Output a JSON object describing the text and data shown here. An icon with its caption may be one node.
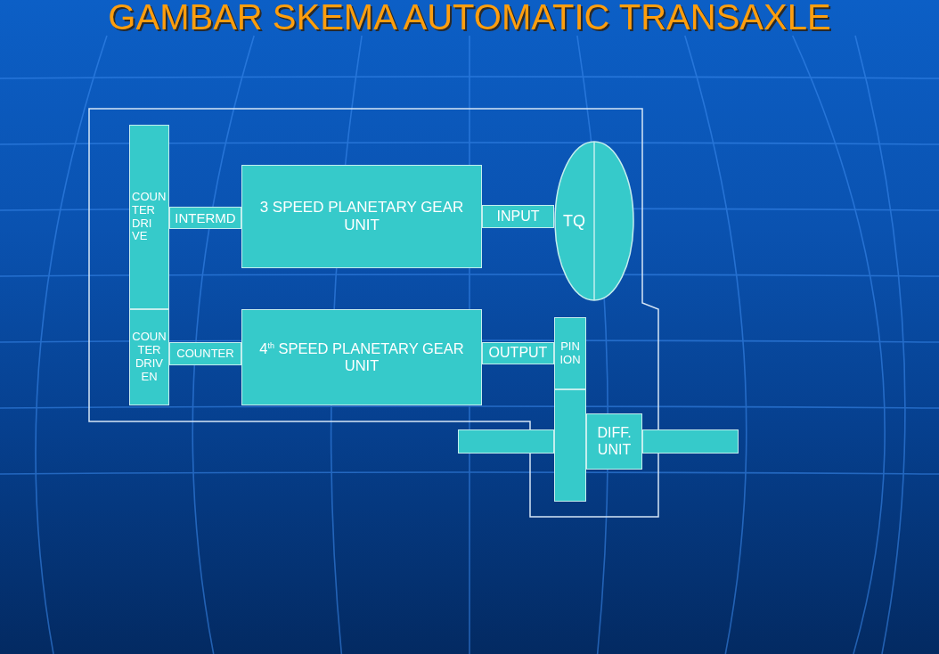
{
  "diagram": {
    "title": "GAMBAR SKEMA AUTOMATIC TRANSAXLE",
    "nodes": [
      {
        "text": [
          "COUN TER DRI VE"
        ]
      },
      {
        "text": [
          "INTERMD"
        ]
      },
      {
        "text": [
          "3 SPEED PLANETARY GEAR UNIT"
        ]
      },
      {
        "text": [
          "INPUT"
        ]
      },
      {
        "text": [
          "TQ"
        ]
      },
      {
        "text": [
          "COUN TER DRIV EN"
        ]
      },
      {
        "text": [
          "COUNTER"
        ]
      },
      {
        "text": [
          "4$^{th}$ SPEED PLANETARY GEAR UNIT"
        ]
      },
      {
        "text": [
          "OUTPUT"
        ]
      },
      {
        "text": [
          "PIN ION"
        ]
      },
      {
        "text": [],
        "shape": "bar"
      },
      {
        "text": [
          "DIFF. UNIT"
        ]
      },
      {
        "text": [],
        "shape": "bar"
      },
      {
        "text": [],
        "shape": "bar"
      }
    ]
  }
}
